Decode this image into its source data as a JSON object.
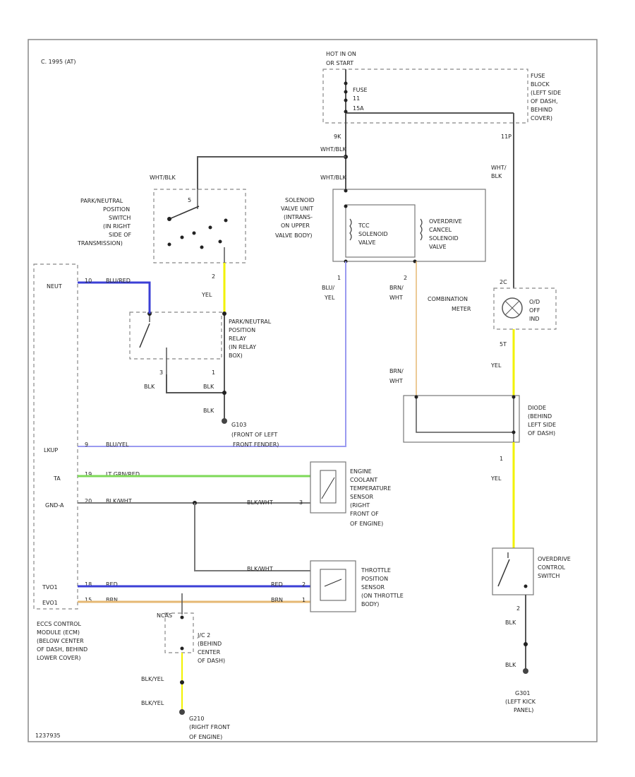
{
  "diagram": {
    "header": "C. 1995 (AT)",
    "footer_code": "1237935",
    "fuse_box": {
      "header_line1": "HOT IN ON",
      "header_line2": "OR START",
      "fuse_label": "FUSE",
      "fuse_number": "11",
      "fuse_amp": "15A",
      "location": [
        "FUSE",
        "BLOCK",
        "(LEFT SIDE",
        "OF DASH,",
        "BEHIND",
        "COVER)"
      ],
      "pin_left": "9K",
      "pin_right": "11P"
    },
    "wires": {
      "wht_blk_top": "WHT/BLK",
      "wht_blk_switch": "WHT/BLK",
      "wht_blk_solenoid": "WHT/BLK",
      "wht_blk_right_1": "WHT/",
      "wht_blk_right_2": "BLK",
      "blu_yel_1": "BLU/",
      "blu_yel_2": "YEL",
      "brn_wht_top_1": "BRN/",
      "brn_wht_top_2": "WHT",
      "brn_wht_bot_1": "BRN/",
      "brn_wht_bot_2": "WHT",
      "yel_switch": "YEL",
      "yel_meter": "YEL",
      "yel_diode": "YEL",
      "blk_relay_1": "BLK",
      "blk_relay_2": "BLK",
      "blk_relay_3": "BLK",
      "blk_od_1": "BLK",
      "blk_od_2": "BLK",
      "blu_red_neut": "BLU/RED",
      "blu_yel_lkup": "BLU/YEL",
      "lt_grn_red": "LT GRN/RED",
      "blk_wht_1": "BLK/WHT",
      "blk_wht_2": "BLK/WHT",
      "blk_wht_3": "BLK/WHT",
      "red": "RED",
      "red_r": "RED",
      "brn": "BRN",
      "brn_r": "BRN",
      "blk_yel_1": "BLK/YEL",
      "blk_yel_2": "BLK/YEL"
    },
    "pins": {
      "sw_top": "5",
      "sw_bot": "2",
      "relay_left": "3",
      "relay_right": "1",
      "sol_left": "1",
      "sol_right": "2",
      "meter_top": "2C",
      "meter_bot": "5T",
      "diode_num": "1",
      "od_num": "2",
      "neut_pin": "10",
      "lkup_pin": "9",
      "ta_pin": "19",
      "gnda_pin": "20",
      "tvo_pin": "18",
      "ec_pin": "15",
      "cpin": "3",
      "tpin": "2",
      "tpin2": "1"
    },
    "components": {
      "pn_switch": [
        "PARK/NEUTRAL",
        "POSITION",
        "SWITCH",
        "(IN RIGHT",
        "SIDE OF",
        "TRANSMISSION)"
      ],
      "pn_relay": [
        "PARK/NEUTRAL",
        "POSITION",
        "RELAY",
        "(IN RELAY",
        "BOX)"
      ],
      "solenoid_unit": [
        "SOLENOID",
        "VALVE UNIT",
        "(INTRANS-",
        "ON UPPER",
        "VALVE BODY)"
      ],
      "tcc_valve": [
        "TCC",
        "SOLENOID",
        "VALVE"
      ],
      "od_valve": [
        "OVERDRIVE",
        "CANCEL",
        "SOLENOID",
        "VALVE"
      ],
      "comb_meter": [
        "COMBINATION",
        "METER"
      ],
      "od_off_lamp": [
        "O/D",
        "OFF",
        "IND"
      ],
      "diode": [
        "DIODE",
        "(BEHIND",
        "LEFT SIDE",
        "OF DASH)"
      ],
      "ect_sensor": [
        "ENGINE",
        "COOLANT",
        "TEMPERATURE",
        "SENSOR",
        "(RIGHT",
        "FRONT OF",
        "OF ENGINE)"
      ],
      "tp_sensor": [
        "THROTTLE",
        "POSITION",
        "SENSOR",
        "(ON THROTTLE",
        "BODY)"
      ],
      "od_switch": [
        "OVERDRIVE",
        "CONTROL",
        "SWITCH"
      ],
      "ecm": [
        "ECCS CONTROL",
        "MODULE (ECM)",
        "(BELOW CENTER",
        "OF DASH, BEHIND",
        "LOWER COVER)"
      ],
      "jc": [
        "J/C 2",
        "(BEHIND",
        "CENTER",
        "OF DASH)"
      ],
      "jc_code": "NCAS"
    },
    "grounds": {
      "g1": [
        "G103",
        "(FRONT OF LEFT",
        "FRONT FENDER)"
      ],
      "g2": [
        "G210",
        "(RIGHT FRONT",
        "OF ENGINE)"
      ],
      "g3": [
        "G301",
        "(LEFT KICK",
        "PANEL)"
      ]
    },
    "ecm_terms": {
      "neut": "NEUT",
      "lkup": "LKUP",
      "ta": "TA",
      "gnda": "GND-A",
      "tvo": "TVO1",
      "tvo2": "EVO1"
    }
  },
  "colors": {
    "blue": "#3b3fd6",
    "yellow": "#f2f200",
    "green": "#7ed957",
    "tan": "#e6b873",
    "lt_blue": "#9a9af0",
    "gray": "#666666"
  }
}
